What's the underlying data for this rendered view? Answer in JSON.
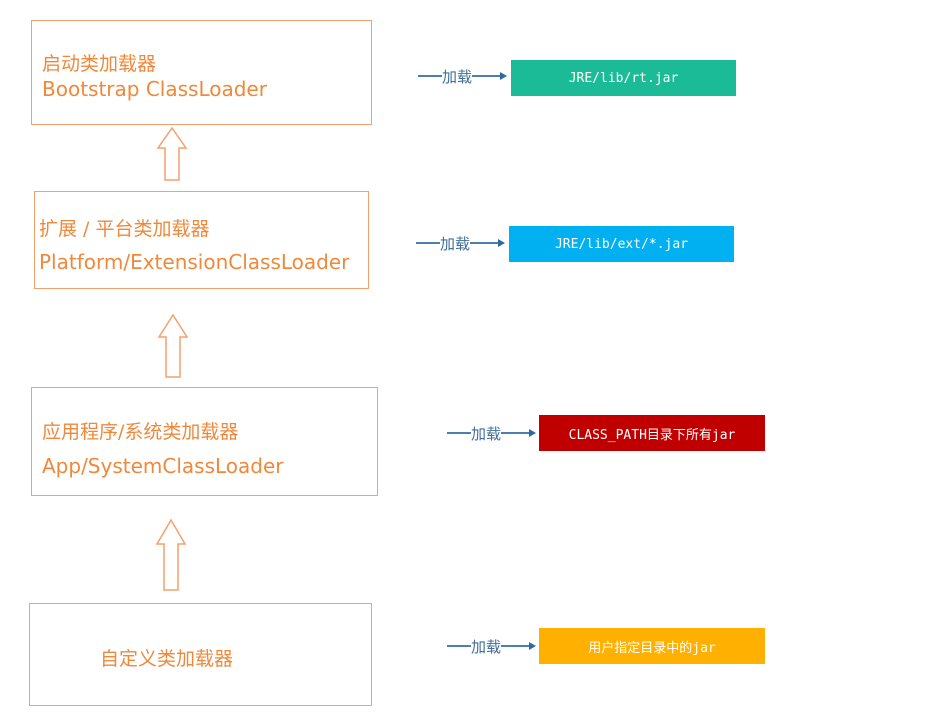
{
  "loaders": [
    {
      "name_cn": "启动类加载器",
      "name_en": "Bootstrap ClassLoader",
      "load_label": "加载",
      "target": "JRE/lib/rt.jar",
      "color": "#1cbb97"
    },
    {
      "name_cn": "扩展 / 平台类加载器",
      "name_en": "Platform/ExtensionClassLoader",
      "load_label": "加载",
      "target": "JRE/lib/ext/*.jar",
      "color": "#00b0f0"
    },
    {
      "name_cn": "应用程序/系统类加载器",
      "name_en": "App/SystemClassLoader",
      "load_label": "加载",
      "target": "CLASS_PATH目录下所有jar",
      "color": "#c00000"
    },
    {
      "name_cn": "自定义类加载器",
      "load_label": "加载",
      "target": "用户指定目录中的jar",
      "color": "#ffb000"
    }
  ]
}
